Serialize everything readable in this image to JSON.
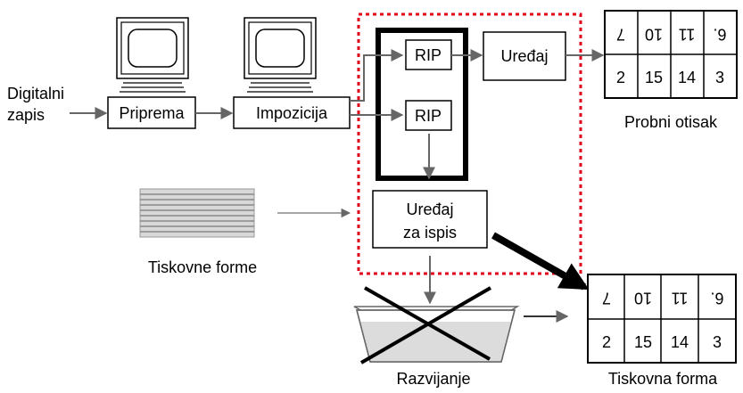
{
  "diagram": {
    "input_label_line1": "Digitalni",
    "input_label_line2": "zapis",
    "priprema": "Priprema",
    "impozicija": "Impozicija",
    "rip_top": "RIP",
    "rip_bottom": "RIP",
    "uredaj": "Uređaj",
    "ispis_line1": "Uređaj",
    "ispis_line2": "za ispis",
    "plates_label": "Tiskovne forme",
    "proof_label": "Probni otisak",
    "develop_label": "Razvijanje",
    "form_label": "Tiskovna forma",
    "proof_grid": {
      "top": [
        "7",
        "10",
        "11",
        "6."
      ],
      "bottom": [
        "2",
        "15",
        "14",
        "3"
      ]
    },
    "form_grid": {
      "top": [
        "7",
        "10",
        "11",
        "6."
      ],
      "bottom": [
        "2",
        "15",
        "14",
        "3"
      ]
    },
    "colors": {
      "dashed_box": "#e0001a",
      "arrow": "#666666"
    }
  }
}
